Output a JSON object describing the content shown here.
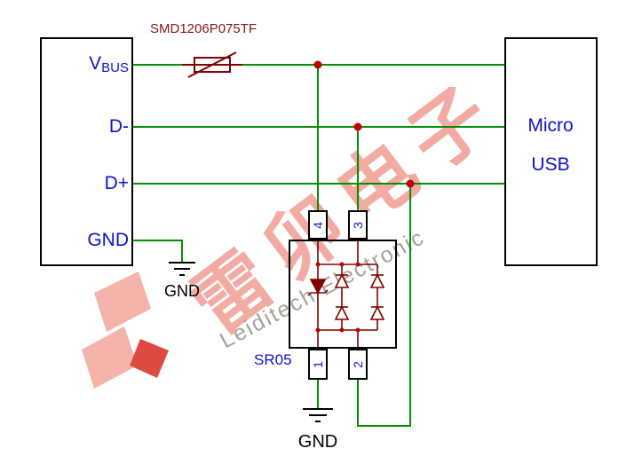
{
  "colors": {
    "wire_green": "#008f00",
    "junction_red": "#c00000",
    "component_maroon": "#800000",
    "label_blue": "#1010cc",
    "fuse_label_maroon": "#801818",
    "text_black": "#000000",
    "watermark_pink": "#f2aba3",
    "watermark_gray": "#a6a19a",
    "watermark_red": "#de4a42"
  },
  "fuse": {
    "label": "SMD1206P075TF"
  },
  "left_connector": {
    "pins": [
      {
        "main": "V",
        "sub": "BUS"
      },
      {
        "main": "D-",
        "sub": ""
      },
      {
        "main": "D+",
        "sub": ""
      },
      {
        "main": "GND",
        "sub": ""
      }
    ]
  },
  "right_connector": {
    "line1": "Micro",
    "line2": "USB"
  },
  "tvs": {
    "label": "SR05",
    "pins": {
      "top_left": "4",
      "top_right": "3",
      "bottom_left": "1",
      "bottom_right": "2"
    }
  },
  "grounds": {
    "left": "GND",
    "bottom": "GND"
  },
  "watermark": {
    "cjk": "雷卯电子",
    "latin": "Leiditech Electronic"
  }
}
